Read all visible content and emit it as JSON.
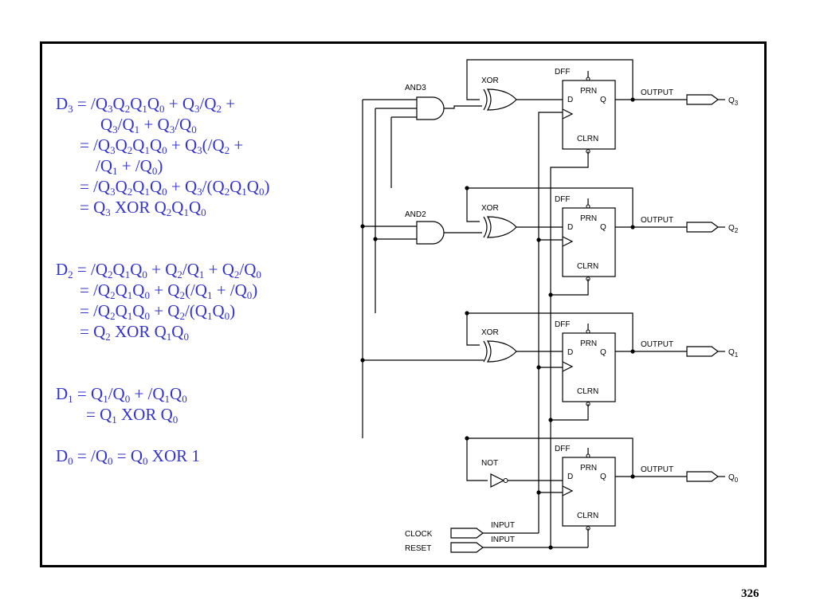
{
  "equations": [
    [
      {
        "t": "D"
      },
      {
        "s": "3"
      },
      {
        "t": " = /Q"
      },
      {
        "s": "3"
      },
      {
        "t": "Q"
      },
      {
        "s": "2"
      },
      {
        "t": "Q"
      },
      {
        "s": "1"
      },
      {
        "t": "Q"
      },
      {
        "s": "0"
      },
      {
        "t": " + Q"
      },
      {
        "s": "3"
      },
      {
        "t": "/Q"
      },
      {
        "s": "2"
      },
      {
        "t": " +"
      }
    ],
    [
      {
        "t": "Q"
      },
      {
        "s": "3"
      },
      {
        "t": "/Q"
      },
      {
        "s": "1"
      },
      {
        "t": " + Q"
      },
      {
        "s": "3"
      },
      {
        "t": "/Q"
      },
      {
        "s": "0"
      }
    ],
    [
      {
        "t": "= /Q"
      },
      {
        "s": "3"
      },
      {
        "t": "Q"
      },
      {
        "s": "2"
      },
      {
        "t": "Q"
      },
      {
        "s": "1"
      },
      {
        "t": "Q"
      },
      {
        "s": "0"
      },
      {
        "t": " + Q"
      },
      {
        "s": "3"
      },
      {
        "t": "(/Q"
      },
      {
        "s": "2"
      },
      {
        "t": " +"
      }
    ],
    [
      {
        "t": "/Q"
      },
      {
        "s": "1"
      },
      {
        "t": " + /Q"
      },
      {
        "s": "0"
      },
      {
        "t": ")"
      }
    ],
    [
      {
        "t": "= /Q"
      },
      {
        "s": "3"
      },
      {
        "t": "Q"
      },
      {
        "s": "2"
      },
      {
        "t": "Q"
      },
      {
        "s": "1"
      },
      {
        "t": "Q"
      },
      {
        "s": "0"
      },
      {
        "t": " + Q"
      },
      {
        "s": "3"
      },
      {
        "t": "/(Q"
      },
      {
        "s": "2"
      },
      {
        "t": "Q"
      },
      {
        "s": "1"
      },
      {
        "t": "Q"
      },
      {
        "s": "0"
      },
      {
        "t": ")"
      }
    ],
    [
      {
        "t": "= Q"
      },
      {
        "s": "3"
      },
      {
        "t": " XOR Q"
      },
      {
        "s": "2"
      },
      {
        "t": "Q"
      },
      {
        "s": "1"
      },
      {
        "t": "Q"
      },
      {
        "s": "0"
      }
    ],
    [
      {
        "t": "D"
      },
      {
        "s": "2"
      },
      {
        "t": " = /Q"
      },
      {
        "s": "2"
      },
      {
        "t": "Q"
      },
      {
        "s": "1"
      },
      {
        "t": "Q"
      },
      {
        "s": "0"
      },
      {
        "t": " + Q"
      },
      {
        "s": "2"
      },
      {
        "t": "/Q"
      },
      {
        "s": "1"
      },
      {
        "t": " + Q"
      },
      {
        "s": "2"
      },
      {
        "t": "/Q"
      },
      {
        "s": "0"
      }
    ],
    [
      {
        "t": "= /Q"
      },
      {
        "s": "2"
      },
      {
        "t": "Q"
      },
      {
        "s": "1"
      },
      {
        "t": "Q"
      },
      {
        "s": "0"
      },
      {
        "t": " + Q"
      },
      {
        "s": "2"
      },
      {
        "t": "(/Q"
      },
      {
        "s": "1"
      },
      {
        "t": " + /Q"
      },
      {
        "s": "0"
      },
      {
        "t": ")"
      }
    ],
    [
      {
        "t": "= /Q"
      },
      {
        "s": "2"
      },
      {
        "t": "Q"
      },
      {
        "s": "1"
      },
      {
        "t": "Q"
      },
      {
        "s": "0"
      },
      {
        "t": " + Q"
      },
      {
        "s": "2"
      },
      {
        "t": "/(Q"
      },
      {
        "s": "1"
      },
      {
        "t": "Q"
      },
      {
        "s": "0"
      },
      {
        "t": ")"
      }
    ],
    [
      {
        "t": "= Q"
      },
      {
        "s": "2"
      },
      {
        "t": " XOR Q"
      },
      {
        "s": "1"
      },
      {
        "t": "Q"
      },
      {
        "s": "0"
      }
    ],
    [
      {
        "t": "D"
      },
      {
        "s": "1"
      },
      {
        "t": " = Q"
      },
      {
        "s": "1"
      },
      {
        "t": "/Q"
      },
      {
        "s": "0"
      },
      {
        "t": " + /Q"
      },
      {
        "s": "1"
      },
      {
        "t": "Q"
      },
      {
        "s": "0"
      }
    ],
    [
      {
        "t": "= Q"
      },
      {
        "s": "1"
      },
      {
        "t": " XOR Q"
      },
      {
        "s": "0"
      }
    ],
    [
      {
        "t": "D"
      },
      {
        "s": "0"
      },
      {
        "t": " = /Q"
      },
      {
        "s": "0"
      },
      {
        "t": "  = Q"
      },
      {
        "s": "0"
      },
      {
        "t": " XOR 1"
      }
    ]
  ],
  "circuit": {
    "and3_label": "AND3",
    "and2_label": "AND2",
    "xor_label": "XOR",
    "not_label": "NOT",
    "dff_label": "DFF",
    "prn_label": "PRN",
    "clrn_label": "CLRN",
    "d_label": "D",
    "q_label": "Q",
    "output_label": "OUTPUT",
    "input_label": "INPUT",
    "clock_label": "CLOCK",
    "reset_label": "RESET",
    "outputs": [
      {
        "main": "Q",
        "sub": "3"
      },
      {
        "main": "Q",
        "sub": "2"
      },
      {
        "main": "Q",
        "sub": "1"
      },
      {
        "main": "Q",
        "sub": "0"
      }
    ]
  },
  "page_number": "326"
}
